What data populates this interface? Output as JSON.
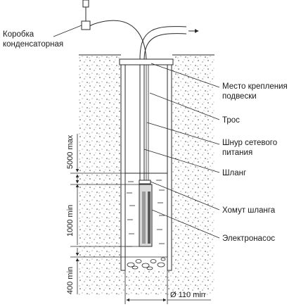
{
  "labels": {
    "capacitor_box": [
      "Коробка",
      "конденсаторная"
    ],
    "suspension_mount": [
      "Место крепления",
      "подвески"
    ],
    "cable": "Трос",
    "power_cord": [
      "Шнур сетевого",
      "питания"
    ],
    "hose": "Шланг",
    "hose_clamp": "Хомут шланга",
    "pump": "Электронасос"
  },
  "dimensions": {
    "depth_max": "5000 max",
    "immersion_min": "1000 min",
    "bottom_clearance_min": "400 min",
    "diameter_min": "Ø 110 min"
  }
}
